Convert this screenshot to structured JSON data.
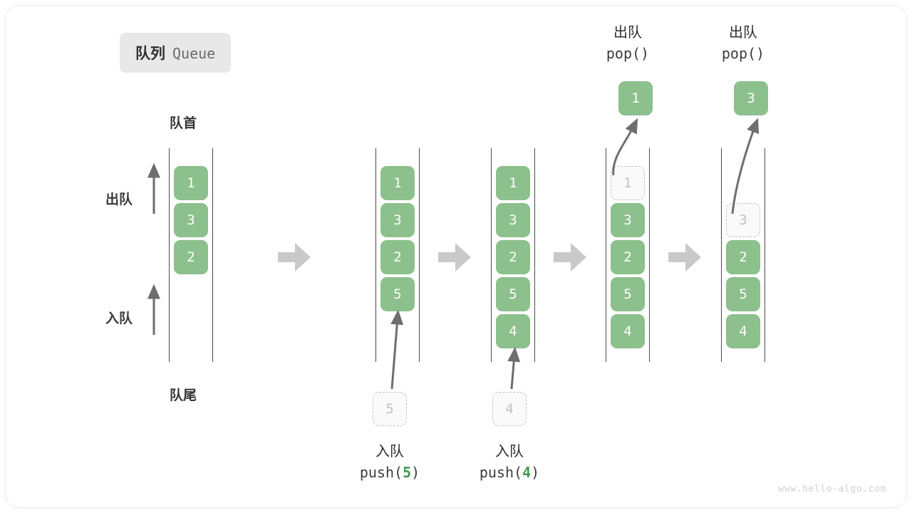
{
  "title": {
    "cn": "队列",
    "en": "Queue"
  },
  "labels": {
    "head": "队首",
    "tail": "队尾",
    "dequeue": "出队",
    "enqueue": "入队"
  },
  "colors": {
    "element_fill": "#8cc08c",
    "element_text": "#ffffff",
    "ghost_border": "#c2c2c2",
    "ghost_text": "#c2c2c2",
    "rail": "#4a4a4a",
    "arrow": "#6e6e6e",
    "separator": "#c9c9c9",
    "code_accent": "#3f9a53",
    "badge_bg": "#e8e8e8"
  },
  "stages": [
    {
      "name": "initial-queue",
      "slots": [
        {
          "value": "1",
          "state": "filled"
        },
        {
          "value": "3",
          "state": "filled"
        },
        {
          "value": "2",
          "state": "filled"
        }
      ]
    },
    {
      "name": "after-push-5",
      "slots": [
        {
          "value": "1",
          "state": "filled"
        },
        {
          "value": "3",
          "state": "filled"
        },
        {
          "value": "2",
          "state": "filled"
        },
        {
          "value": "5",
          "state": "filled"
        }
      ]
    },
    {
      "name": "after-push-4",
      "slots": [
        {
          "value": "1",
          "state": "filled"
        },
        {
          "value": "3",
          "state": "filled"
        },
        {
          "value": "2",
          "state": "filled"
        },
        {
          "value": "5",
          "state": "filled"
        },
        {
          "value": "4",
          "state": "filled"
        }
      ]
    },
    {
      "name": "after-pop-1",
      "slots": [
        {
          "value": "1",
          "state": "ghost"
        },
        {
          "value": "3",
          "state": "filled"
        },
        {
          "value": "2",
          "state": "filled"
        },
        {
          "value": "5",
          "state": "filled"
        },
        {
          "value": "4",
          "state": "filled"
        }
      ]
    },
    {
      "name": "after-pop-3",
      "slots": [
        {
          "value": "",
          "state": "empty"
        },
        {
          "value": "3",
          "state": "ghost"
        },
        {
          "value": "2",
          "state": "filled"
        },
        {
          "value": "5",
          "state": "filled"
        },
        {
          "value": "4",
          "state": "filled"
        }
      ]
    }
  ],
  "operations": {
    "push5": {
      "ghost_value": "5",
      "cn": "入队",
      "code_prefix": "push(",
      "code_value": "5",
      "code_suffix": ")"
    },
    "push4": {
      "ghost_value": "4",
      "cn": "入队",
      "code_prefix": "push(",
      "code_value": "4",
      "code_suffix": ")"
    },
    "pop1": {
      "cn": "出队",
      "code": "pop()",
      "popped_value": "1"
    },
    "pop3": {
      "cn": "出队",
      "code": "pop()",
      "popped_value": "3"
    }
  },
  "watermark": "www.hello-algo.com"
}
